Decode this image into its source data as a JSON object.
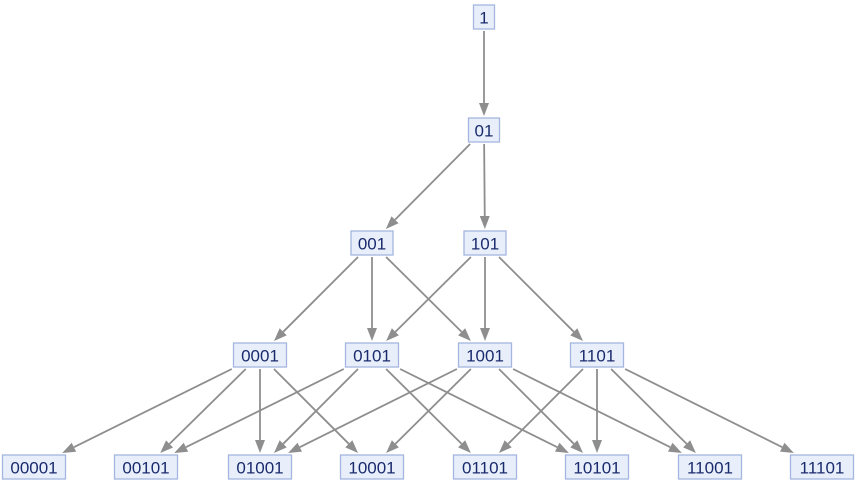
{
  "diagram": {
    "nodes": [
      {
        "id": "n1",
        "label": "1"
      },
      {
        "id": "n01",
        "label": "01"
      },
      {
        "id": "n001",
        "label": "001"
      },
      {
        "id": "n101",
        "label": "101"
      },
      {
        "id": "n0001",
        "label": "0001"
      },
      {
        "id": "n0101",
        "label": "0101"
      },
      {
        "id": "n1001",
        "label": "1001"
      },
      {
        "id": "n1101",
        "label": "1101"
      },
      {
        "id": "n00001",
        "label": "00001"
      },
      {
        "id": "n00101",
        "label": "00101"
      },
      {
        "id": "n01001",
        "label": "01001"
      },
      {
        "id": "n10001",
        "label": "10001"
      },
      {
        "id": "n01101",
        "label": "01101"
      },
      {
        "id": "n10101",
        "label": "10101"
      },
      {
        "id": "n11001",
        "label": "11001"
      },
      {
        "id": "n11101",
        "label": "11101"
      }
    ],
    "edges": [
      {
        "from": "n1",
        "to": "n01"
      },
      {
        "from": "n01",
        "to": "n001"
      },
      {
        "from": "n01",
        "to": "n101"
      },
      {
        "from": "n001",
        "to": "n0001"
      },
      {
        "from": "n001",
        "to": "n0101"
      },
      {
        "from": "n001",
        "to": "n1001"
      },
      {
        "from": "n101",
        "to": "n0101"
      },
      {
        "from": "n101",
        "to": "n1001"
      },
      {
        "from": "n101",
        "to": "n1101"
      },
      {
        "from": "n0001",
        "to": "n00001"
      },
      {
        "from": "n0001",
        "to": "n00101"
      },
      {
        "from": "n0001",
        "to": "n01001"
      },
      {
        "from": "n0001",
        "to": "n10001"
      },
      {
        "from": "n0101",
        "to": "n00101"
      },
      {
        "from": "n0101",
        "to": "n01001"
      },
      {
        "from": "n0101",
        "to": "n01101"
      },
      {
        "from": "n0101",
        "to": "n10101"
      },
      {
        "from": "n1001",
        "to": "n01001"
      },
      {
        "from": "n1001",
        "to": "n10001"
      },
      {
        "from": "n1001",
        "to": "n10101"
      },
      {
        "from": "n1001",
        "to": "n11001"
      },
      {
        "from": "n1101",
        "to": "n01101"
      },
      {
        "from": "n1101",
        "to": "n10101"
      },
      {
        "from": "n1101",
        "to": "n11001"
      },
      {
        "from": "n1101",
        "to": "n11101"
      }
    ],
    "colors": {
      "node_fill": "#e8effb",
      "node_border": "#a4b6e0",
      "label_text": "#1a2b6d",
      "edge": "#8e8e8e"
    }
  }
}
